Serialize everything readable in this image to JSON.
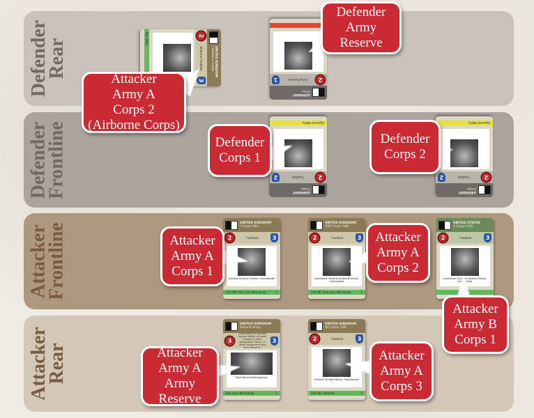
{
  "zones": [
    {
      "id": "def-rear",
      "label_line1": "Defender",
      "label_line2": "Rear"
    },
    {
      "id": "def-front",
      "label_line1": "Defender",
      "label_line2": "Frontline"
    },
    {
      "id": "att-front",
      "label_line1": "Attacker",
      "label_line2": "Frontline"
    },
    {
      "id": "att-rear",
      "label_line1": "Attacker",
      "label_line2": "Rear"
    }
  ],
  "callouts": {
    "att_army_a_corps2_airborne": [
      "Attacker",
      "Army A",
      "Corps 2",
      "(Airborne Corps)"
    ],
    "def_army_reserve": [
      "Defender",
      "Army Reserve"
    ],
    "def_corps1": [
      "Defender",
      "Corps 1"
    ],
    "def_corps2": [
      "Defender",
      "Corps 2"
    ],
    "att_army_a_corps1": [
      "Attacker",
      "Army A",
      "Corps 1"
    ],
    "att_army_a_corps2": [
      "Attacker",
      "Army A",
      "Corps 2"
    ],
    "att_army_b_corps1": [
      "Attacker",
      "Army B",
      "Corps 1"
    ],
    "att_army_a_reserve": [
      "Attacker",
      "Army A",
      "Army Reserve"
    ],
    "att_army_a_corps3": [
      "Attacker",
      "Army A",
      "Corps 3"
    ]
  },
  "cards": {
    "airborne": {
      "nation": "UNITED KINGDOM",
      "sub": "I Airborne Corps",
      "attack": "2",
      "defense": "3",
      "trait": "Airborne Footbale",
      "footer": "Mar 1944"
    },
    "def_reserve": {
      "nation": "GERMANY",
      "sub": "Army",
      "attack": "2",
      "defense": "1",
      "trait": "Army Reserve",
      "footer": ""
    },
    "def_c1": {
      "nation": "GERMANY",
      "sub": "Corps",
      "attack": "2",
      "defense": "2",
      "trait": "Footbale",
      "footer": "(Special) Ability"
    },
    "def_c2": {
      "nation": "GERMANY",
      "sub": "Corps",
      "attack": "2",
      "defense": "2",
      "trait": "Footbale",
      "footer": "(Special) Ability"
    },
    "att_c1": {
      "nation": "UNITED KINGDOM",
      "sub": "I Corps (UK)",
      "attack": "2",
      "defense": "3",
      "trait": "Footbale",
      "caption": "General Sir John Crocker, Commander",
      "footer": "2nd UK: Sea Lane Normandy",
      "footer_num": "1"
    },
    "att_c2": {
      "nation": "UNITED KINGDOM",
      "sub": "XXX Corps (UK)",
      "attack": "2",
      "defense": "3",
      "trait": "Footbale",
      "caption": "Lieutenant General Gerard Bucknall, Commander",
      "footer": "2nd UK: Sea Lane Normandy",
      "footer_num": "1"
    },
    "att_b_c1": {
      "nation": "UNITED STATES",
      "sub": "V Corps (US)",
      "attack": "2",
      "defense": "3",
      "trait": "Footbale",
      "caption": "Lieutenant General Leonard Gerow, Commander",
      "footer": "",
      "footer_num": ""
    },
    "att_reserve": {
      "nation": "UNITED KINGDOM",
      "sub": "Second Army",
      "attack": "3",
      "defense": "3",
      "trait": "Cards with the Aircraft Special Ability or Naval Support in their designation list at +1 when assigned to this Army Reserve.",
      "caption": "Field Marshal Montgomery",
      "footer": "Sea Lane Normandy",
      "footer_num": "1"
    },
    "att_c3": {
      "nation": "UNITED KINGDOM",
      "sub": "XII Corps (UK)",
      "attack": "2",
      "defense": "3",
      "trait": "Footbale",
      "caption": "General Sir Neil Ritchie, Commander",
      "footer": "2nd UK: Ostende",
      "footer_num": "1"
    }
  }
}
